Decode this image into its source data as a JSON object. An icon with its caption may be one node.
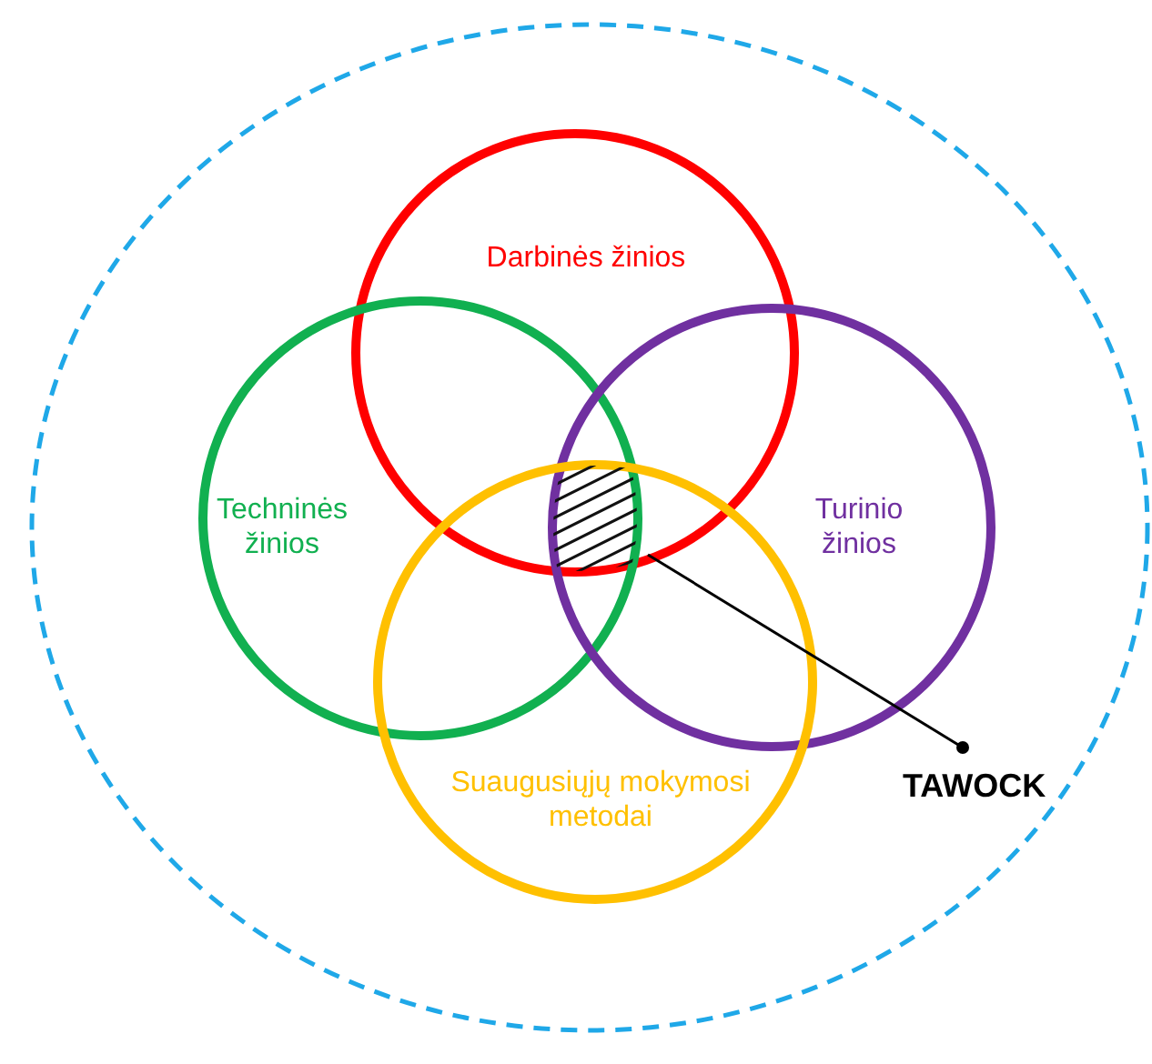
{
  "diagram": {
    "nodes": [
      {
        "text": [],
        "shape": "ellipse"
      },
      {
        "text": [
          "Darbinės žinios"
        ],
        "in": 0
      },
      {
        "text": [
          "Techninės žinios"
        ],
        "in": 0
      },
      {
        "text": [
          "Turinio žinios"
        ],
        "in": 0
      },
      {
        "text": [
          "Suaugusiųjų mokymosi metodai"
        ],
        "in": 0
      },
      {
        "text": [],
        "shape": "hatch"
      },
      {
        "text": [
          "TAWOCK"
        ],
        "in": 0
      }
    ],
    "edges": [
      {
        "from": 6,
        "to": 5,
        "arrow": "other"
      }
    ]
  }
}
